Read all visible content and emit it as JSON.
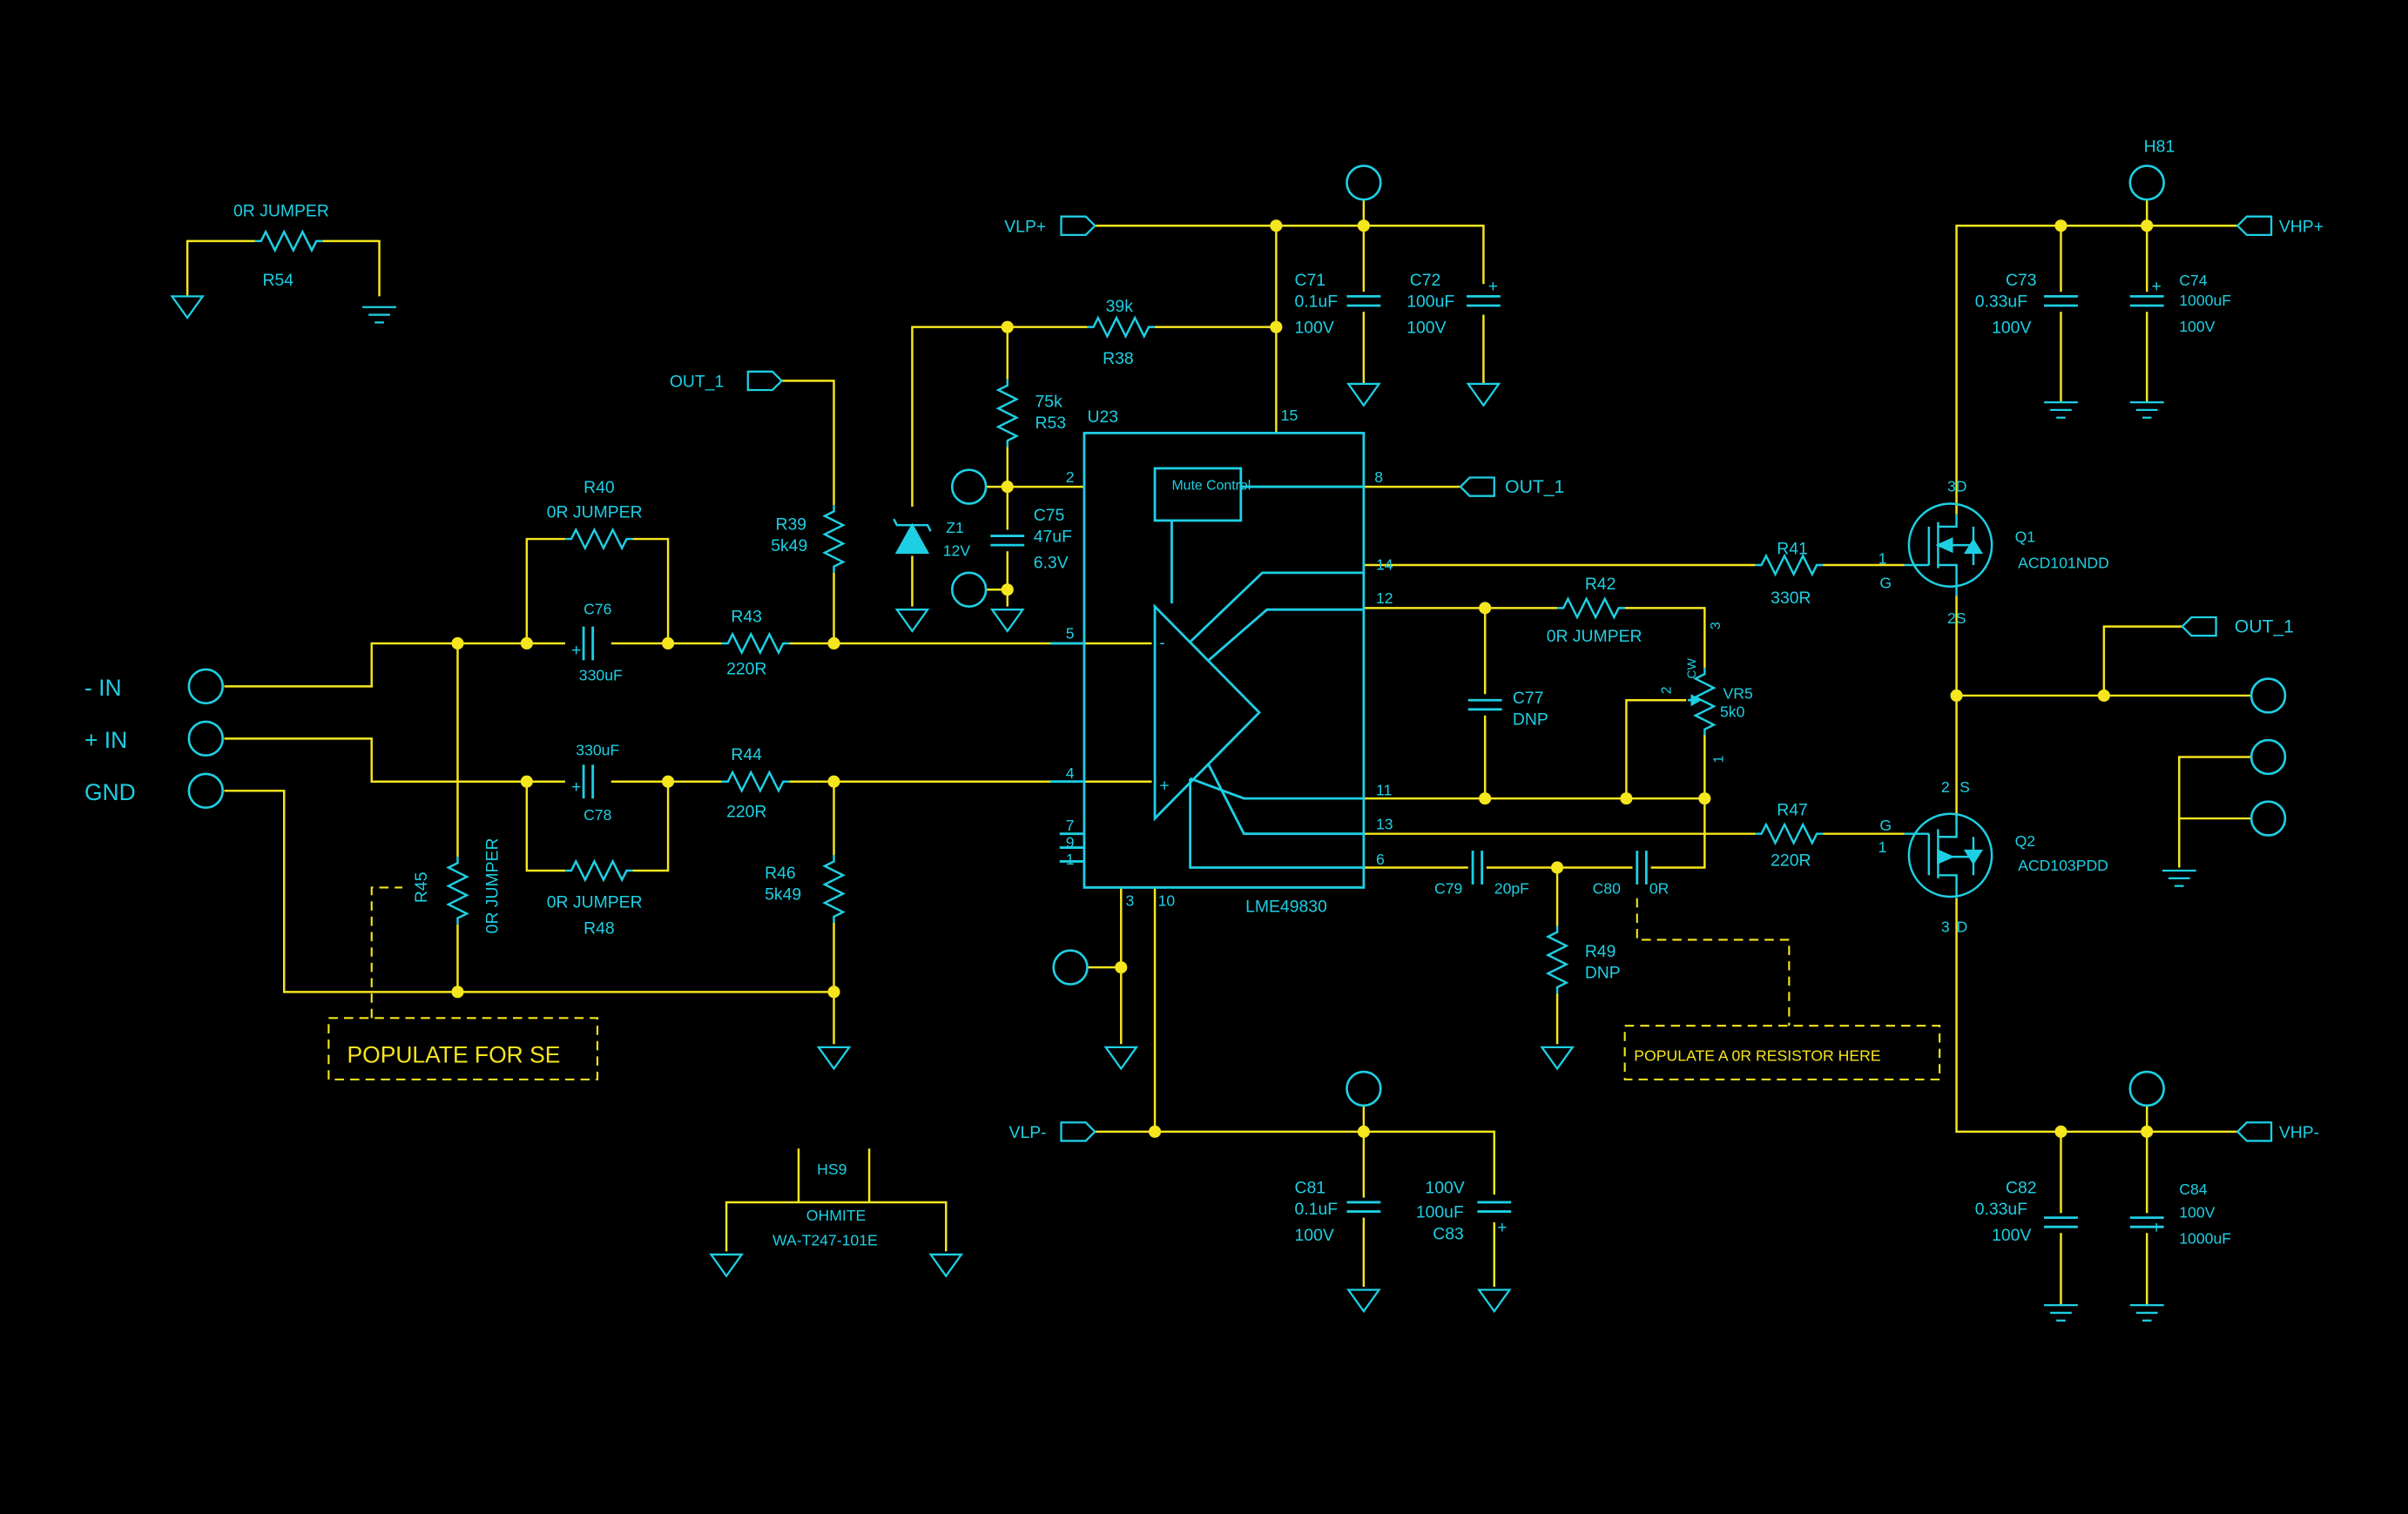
{
  "colors": {
    "background": "#000000",
    "wire": "#F5E61E",
    "symbol": "#1ECFE3",
    "junction": "#F5E61E"
  },
  "ports": {
    "minus_in": "- IN",
    "plus_in": "+ IN",
    "gnd": "GND",
    "vlp_plus": "VLP+",
    "vlp_minus": "VLP-",
    "vhp_plus": "VHP+",
    "vhp_minus": "VHP-",
    "out1_top": "OUT_1",
    "out1_u23": "OUT_1",
    "out1_right": "OUT_1"
  },
  "r54": {
    "ref": "R54",
    "value": "0R JUMPER"
  },
  "r40": {
    "ref": "R40",
    "value": "0R JUMPER"
  },
  "r48": {
    "ref": "R48",
    "value": "0R JUMPER"
  },
  "r45": {
    "ref": "R45",
    "value": "0R JUMPER"
  },
  "c76": {
    "ref": "C76",
    "value": "330uF"
  },
  "c78": {
    "ref": "C78",
    "value": "330uF"
  },
  "r43": {
    "ref": "R43",
    "value": "220R"
  },
  "r44": {
    "ref": "R44",
    "value": "220R"
  },
  "r39": {
    "ref": "R39",
    "value": "5k49"
  },
  "r46": {
    "ref": "R46",
    "value": "5k49"
  },
  "r38": {
    "ref": "R38",
    "value": "39k"
  },
  "r53": {
    "ref": "R53",
    "value": "75k"
  },
  "z1": {
    "ref": "Z1",
    "value": "12V"
  },
  "c75": {
    "ref": "C75",
    "value": "47uF",
    "voltage": "6.3V"
  },
  "c71": {
    "ref": "C71",
    "value": "0.1uF",
    "voltage": "100V"
  },
  "c72": {
    "ref": "C72",
    "value": "100uF",
    "voltage": "100V"
  },
  "c81": {
    "ref": "C81",
    "value": "0.1uF",
    "voltage": "100V"
  },
  "c83": {
    "ref": "C83",
    "value": "100uF",
    "voltage": "100V"
  },
  "u23": {
    "ref": "U23",
    "part": "LME49830",
    "mute": "Mute Control",
    "pins": {
      "p15": "15",
      "p2": "2",
      "p8": "8",
      "p14": "14",
      "p12": "12",
      "p5": "5",
      "p4": "4",
      "p11": "11",
      "p13": "13",
      "p6": "6",
      "p7": "7",
      "p9": "9",
      "p1": "1",
      "p3": "3",
      "p10": "10"
    },
    "minus": "-",
    "plus": "+"
  },
  "r42": {
    "ref": "R42",
    "value": "0R JUMPER"
  },
  "c77": {
    "ref": "C77",
    "value": "DNP"
  },
  "vr5": {
    "ref": "VR5",
    "value": "5k0",
    "cw": "CW",
    "p1": "1",
    "p2": "2",
    "p3": "3"
  },
  "c79": {
    "ref": "C79",
    "value": "20pF"
  },
  "c80": {
    "ref": "C80",
    "value": "0R"
  },
  "r49": {
    "ref": "R49",
    "value": "DNP"
  },
  "r41": {
    "ref": "R41",
    "value": "330R"
  },
  "r47": {
    "ref": "R47",
    "value": "220R"
  },
  "q1": {
    "ref": "Q1",
    "part": "ACD101NDD",
    "d": "3D",
    "s": "2S",
    "g": "G",
    "gpin": "1"
  },
  "q2": {
    "ref": "Q2",
    "part": "ACD103PDD",
    "d": "D",
    "dpin": "3",
    "s": "S",
    "spin": "2",
    "g": "G",
    "gpin": "1"
  },
  "c73": {
    "ref": "C73",
    "value": "0.33uF",
    "voltage": "100V"
  },
  "c74": {
    "ref": "C74",
    "value": "1000uF",
    "voltage": "100V"
  },
  "c82": {
    "ref": "C82",
    "value": "0.33uF",
    "voltage": "100V"
  },
  "c84": {
    "ref": "C84",
    "value": "1000uF",
    "voltage": "100V"
  },
  "h81": {
    "ref": "H81"
  },
  "hs9": {
    "ref": "HS9",
    "maker": "OHMITE",
    "part": "WA-T247-101E"
  },
  "notes": {
    "se": "POPULATE FOR SE",
    "resistor": "POPULATE A 0R RESISTOR HERE"
  }
}
